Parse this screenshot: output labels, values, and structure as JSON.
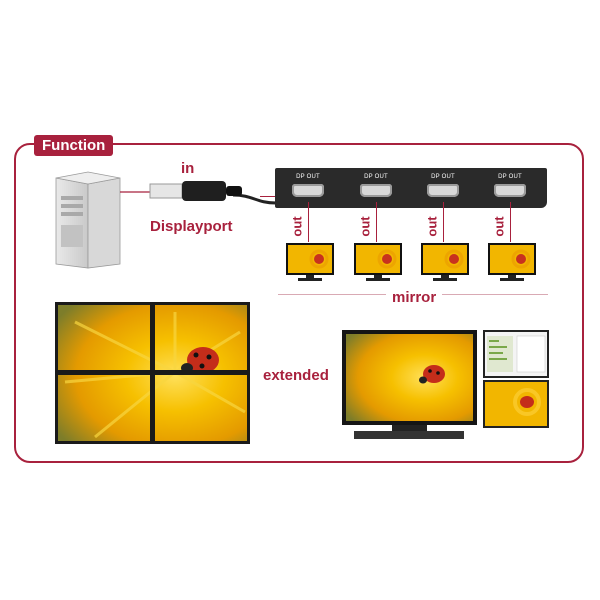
{
  "section_title": "Function",
  "labels": {
    "in": "in",
    "connector": "Displayport",
    "mirror": "mirror",
    "extended": "extended"
  },
  "hub": {
    "ports": [
      {
        "label": "DP OUT",
        "out": "out"
      },
      {
        "label": "DP OUT",
        "out": "out"
      },
      {
        "label": "DP OUT",
        "out": "out"
      },
      {
        "label": "DP OUT",
        "out": "out"
      }
    ]
  },
  "colors": {
    "accent": "#a8213d",
    "hub": "#2a2a2a"
  },
  "icons": [
    "pc-tower-icon",
    "displayport-plug-icon",
    "monitor-icon",
    "video-wall-icon"
  ]
}
